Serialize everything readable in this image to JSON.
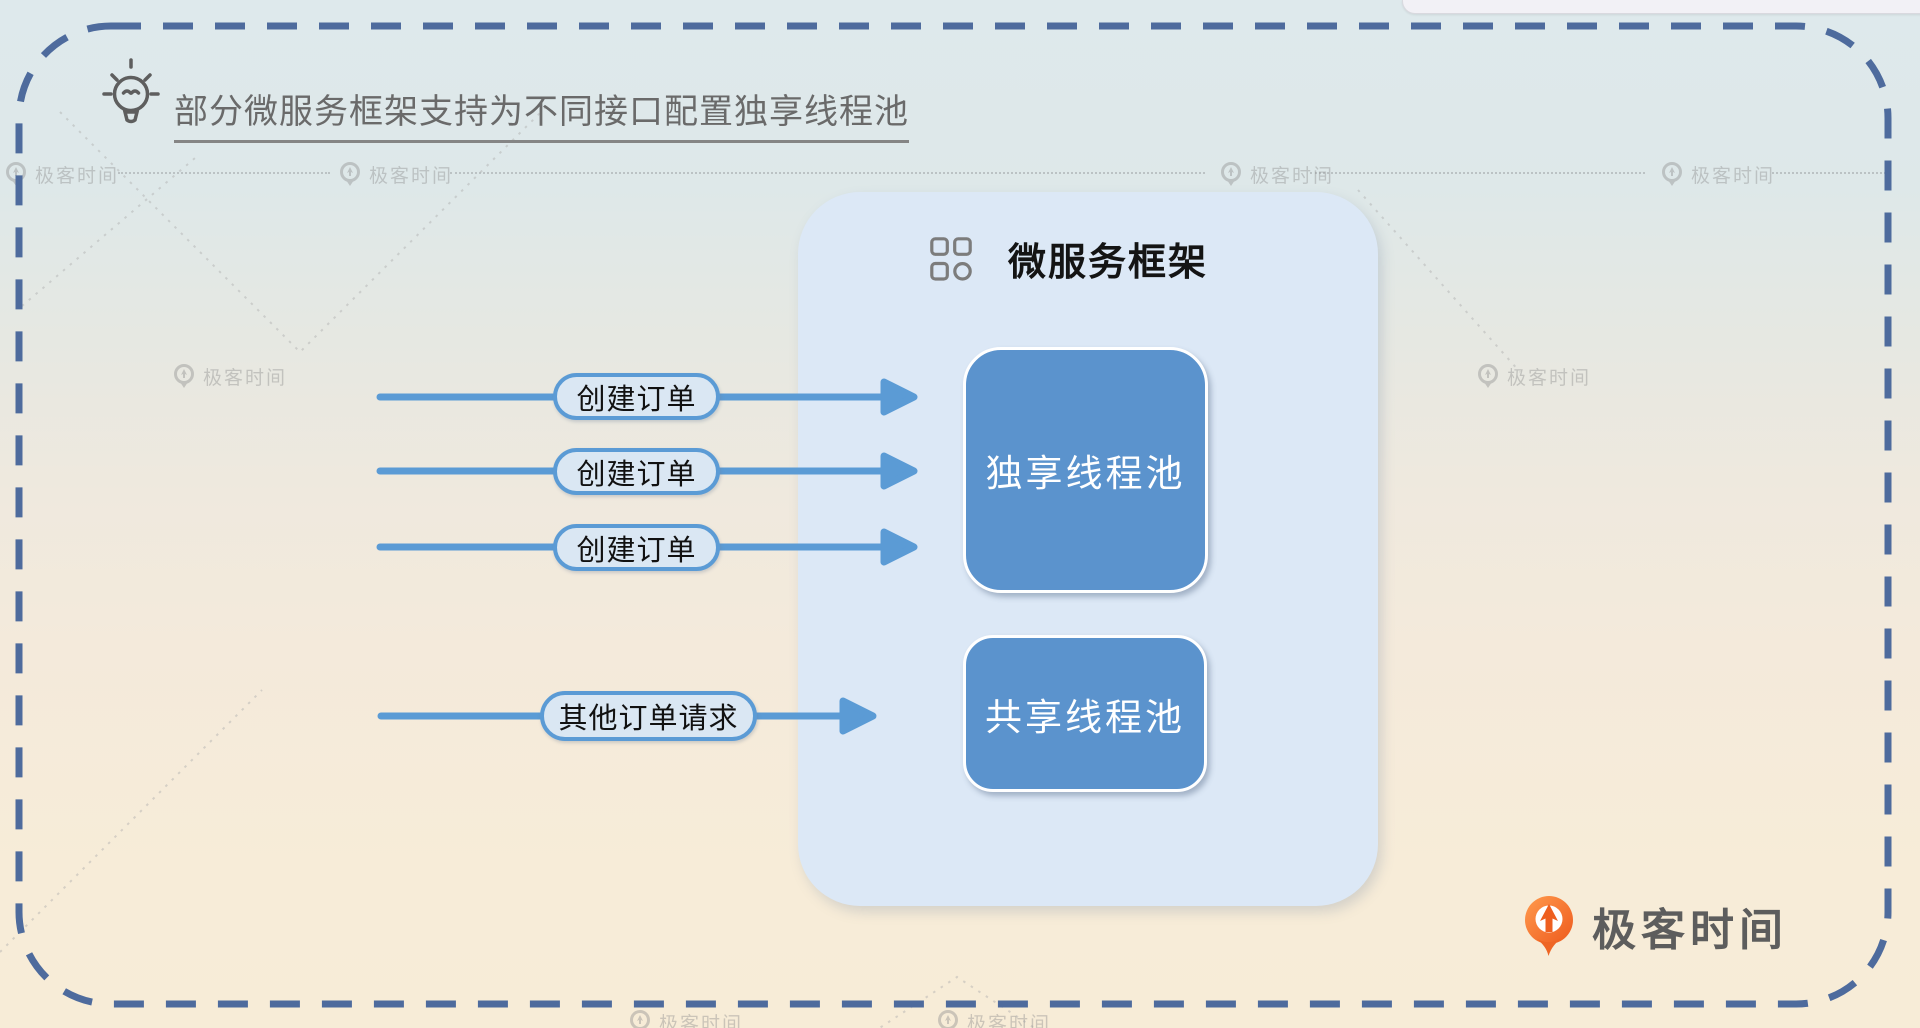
{
  "tip": {
    "title": "部分微服务框架支持为不同接口配置独享线程池"
  },
  "framework": {
    "title": "微服务框架",
    "boxes": [
      {
        "label": "独享线程池"
      },
      {
        "label": "共享线程池"
      }
    ]
  },
  "requests": [
    {
      "label": "创建订单"
    },
    {
      "label": "创建订单"
    },
    {
      "label": "创建订单"
    },
    {
      "label": "其他订单请求"
    }
  ],
  "watermark": {
    "brand": "极客时间"
  },
  "logo": {
    "brand": "极客时间"
  },
  "icons": {
    "tip": "lightbulb-icon",
    "framework": "grid-apps-icon",
    "brand": "geektime-pin-icon"
  },
  "colors": {
    "arrow_blue": "#5b9bd5",
    "box_blue": "#5b93cd",
    "panel_blue": "#dce8f6",
    "pill_fill": "#dae7f3",
    "dashed_border": "#4e6b9d",
    "brand_orange": "#ee5f1f",
    "tip_text_gray": "#6a6a6a"
  }
}
